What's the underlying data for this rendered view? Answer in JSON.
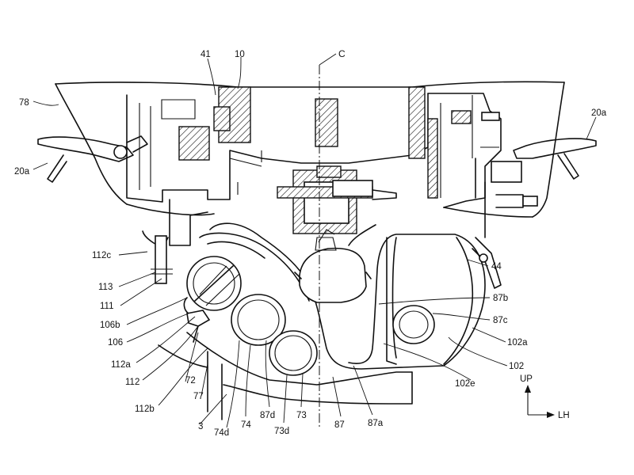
{
  "centerline_label": "C",
  "direction": {
    "up": "UP",
    "lh": "LH"
  },
  "labels": {
    "l41": "41",
    "l10": "10",
    "l78": "78",
    "l20a_left": "20a",
    "l20a_right": "20a",
    "l112c": "112c",
    "l113": "113",
    "l111": "111",
    "l106b": "106b",
    "l106": "106",
    "l112a": "112a",
    "l112": "112",
    "l112b": "112b",
    "l72": "72",
    "l77": "77",
    "l3": "3",
    "l74d": "74d",
    "l74": "74",
    "l87d": "87d",
    "l73d": "73d",
    "l73": "73",
    "l87": "87",
    "l87a": "87a",
    "l44": "44",
    "l87b": "87b",
    "l87c": "87c",
    "l102a": "102a",
    "l102": "102",
    "l102e": "102e"
  }
}
